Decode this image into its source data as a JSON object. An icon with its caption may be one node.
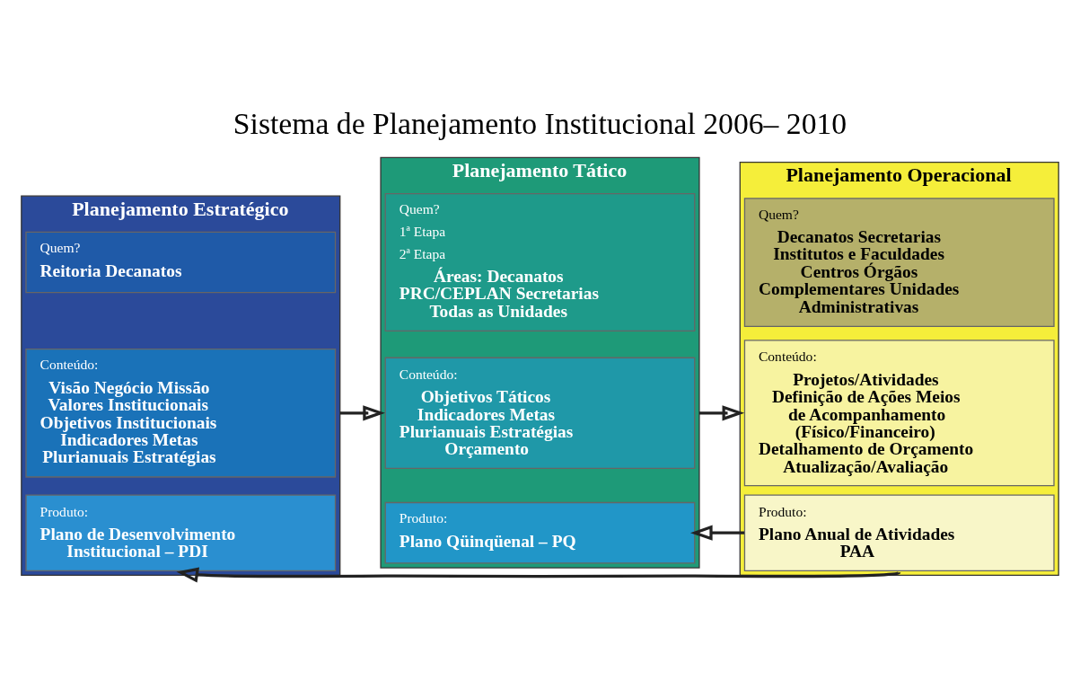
{
  "diagram": {
    "title": "Sistema de Planejamento Institucional 2006– 2010",
    "nodes": [
      {
        "text": [
          "Planejamento Estratégico"
        ]
      },
      {
        "text": [
          "Quem?",
          "Reitoria Decanatos"
        ],
        "in": 0
      },
      {
        "text": [
          "Conteúdo:",
          "Visão Negócio Missão Valores Institucionais Objetivos Institucionais Indicadores Metas Plurianuais Estratégias"
        ],
        "in": 0
      },
      {
        "text": [
          "Produto:",
          "Plano de Desenvolvimento Institucional – PDI"
        ],
        "in": 0
      },
      {
        "text": [
          "Planejamento Tático"
        ]
      },
      {
        "text": [
          "Quem?",
          "1ª Etapa",
          "2ª Etapa",
          "Áreas: Decanatos PRC/CEPLAN Secretarias Todas as Unidades"
        ],
        "in": 4
      },
      {
        "text": [
          "Conteúdo:",
          "Objetivos Táticos Indicadores Metas Plurianuais Estratégias Orçamento"
        ],
        "in": 4
      },
      {
        "text": [
          "Produto:",
          "Plano Qüinqüenal – PQ"
        ],
        "in": 4
      },
      {
        "text": [
          "Planejamento Operacional"
        ]
      },
      {
        "text": [
          "Quem?",
          "Decanatos Secretarias Institutos e Faculdades Centros Órgãos Complementares Unidades Administrativas"
        ],
        "in": 8
      },
      {
        "text": [
          "Conteúdo:",
          "Projetos/Atividades Definição de Ações Meios de Acompanhamento (Físico/Financeiro) Detalhamento de Orçamento Atualização/Avaliação"
        ],
        "in": 8
      },
      {
        "text": [
          "Produto:",
          "Plano Anual de Atividades PAA"
        ],
        "in": 8
      }
    ],
    "edges": [
      {
        "from": 0,
        "to": 4,
        "arrow": "to"
      },
      {
        "from": 4,
        "to": 8,
        "arrow": "to"
      },
      {
        "from": 8,
        "to": 0,
        "arrow": "to"
      },
      {
        "from": 8,
        "to": 4,
        "arrow": "to"
      }
    ]
  }
}
